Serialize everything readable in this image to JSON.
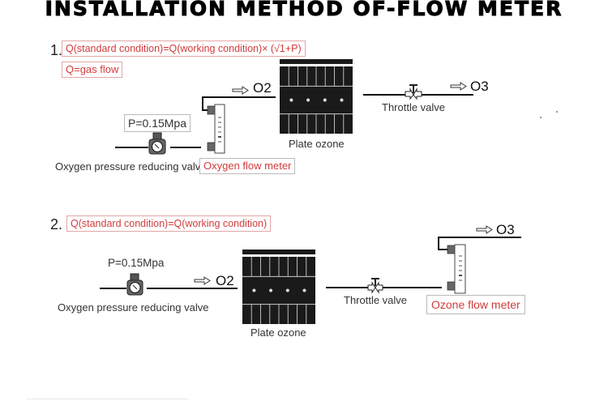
{
  "title": "INSTALLATION METHOD OF-FLOW METER",
  "method1": {
    "number": "1.",
    "formula": "Q(standard condition)=Q(working condition)×  (√1+P)",
    "definition": "Q=gas flow",
    "pressure_label": "P=0.15Mpa",
    "reducing_valve_label": "Oxygen pressure reducing valve",
    "flow_meter_label": "Oxygen flow meter",
    "inlet_gas": "O2",
    "generator_label": "Plate ozone",
    "throttle_label": "Throttle valve",
    "outlet_gas": "O3"
  },
  "method2": {
    "number": "2.",
    "formula": "Q(standard condition)=Q(working condition)",
    "pressure_label": "P=0.15Mpa",
    "reducing_valve_label": "Oxygen pressure reducing valve",
    "inlet_gas": "O2",
    "generator_label": "Plate ozone",
    "throttle_label": "Throttle valve",
    "flow_meter_label": "Ozone flow meter",
    "outlet_gas": "O3"
  },
  "colors": {
    "formula_text": "#d23b3b",
    "formula_border": "#e3a6a6",
    "pipe": "#111111",
    "generator": "#1a1a1a"
  }
}
